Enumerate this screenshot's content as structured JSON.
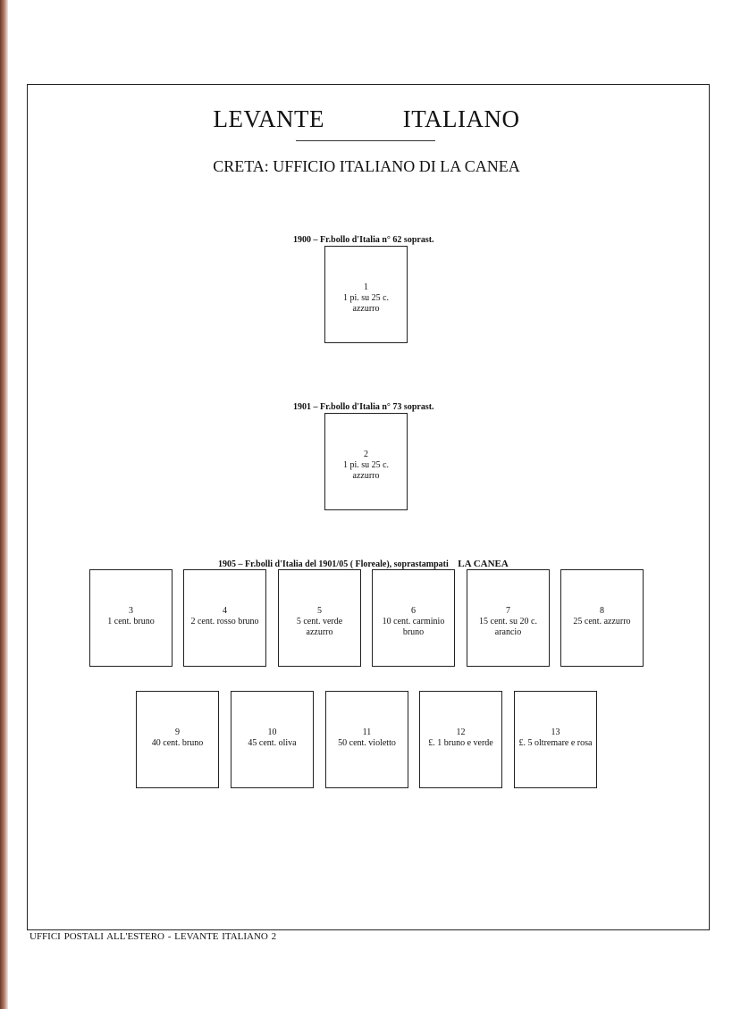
{
  "header": {
    "title": "LEVANTE   ITALIANO",
    "subtitle": "CRETA:  UFFICIO ITALIANO DI  LA CANEA"
  },
  "sections": [
    {
      "caption": "1900 – Fr.bollo d'Italia n° 62 soprast."
    },
    {
      "caption": "1901 – Fr.bollo d'Italia n° 73 soprast."
    },
    {
      "caption": "1905 – Fr.bolli d'Italia del 1901/05 ( Floreale), soprastampati",
      "overprint": "LA CANEA"
    }
  ],
  "stamps": [
    {
      "num": "1",
      "desc": "1 pi. su 25 c. azzurro"
    },
    {
      "num": "2",
      "desc": "1 pi. su 25 c. azzurro"
    },
    {
      "num": "3",
      "desc": "1 cent. bruno"
    },
    {
      "num": "4",
      "desc": "2 cent. rosso bruno"
    },
    {
      "num": "5",
      "desc": "5 cent. verde azzurro"
    },
    {
      "num": "6",
      "desc": "10 cent. carminio bruno"
    },
    {
      "num": "7",
      "desc": "15 cent. su 20 c. arancio"
    },
    {
      "num": "8",
      "desc": "25 cent. azzurro"
    },
    {
      "num": "9",
      "desc": "40 cent. bruno"
    },
    {
      "num": "10",
      "desc": "45 cent. oliva"
    },
    {
      "num": "11",
      "desc": "50 cent. violetto"
    },
    {
      "num": "12",
      "desc": "£. 1 bruno e verde"
    },
    {
      "num": "13",
      "desc": "£. 5 oltremare e rosa"
    }
  ],
  "footer": {
    "text": "UFFICI POSTALI ALL'ESTERO -  LEVANTE ITALIANO 2"
  }
}
